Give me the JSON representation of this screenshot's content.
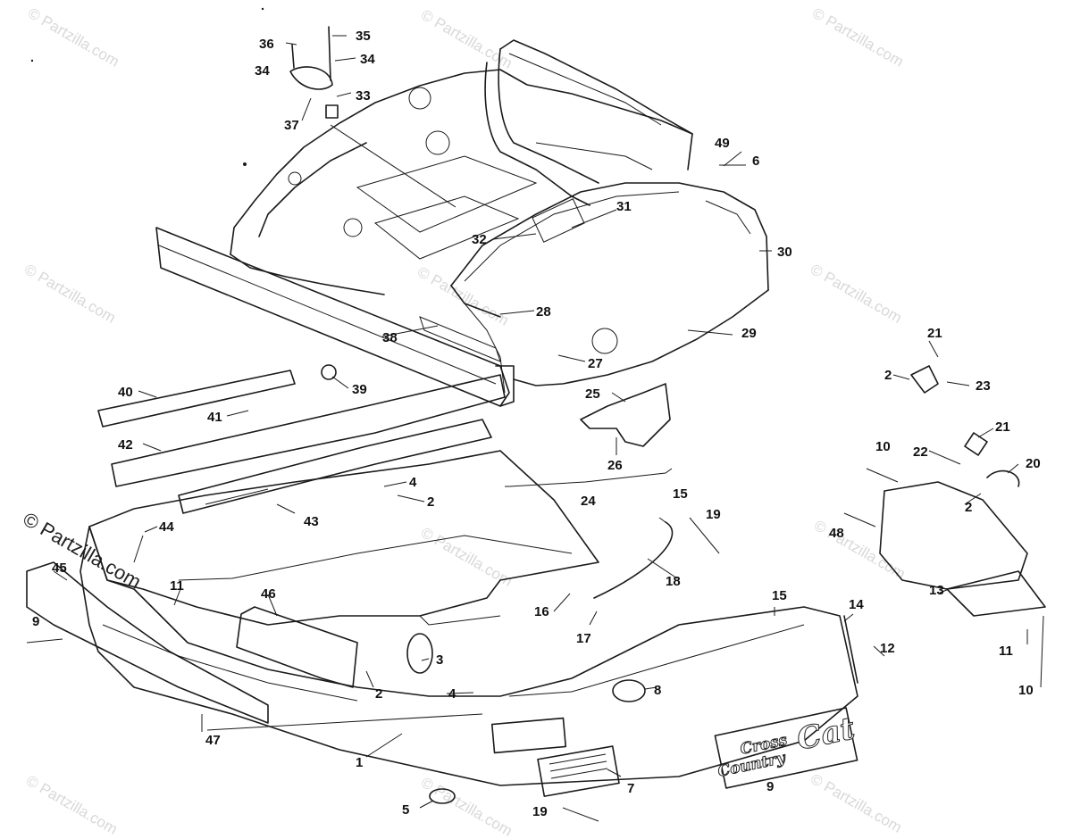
{
  "watermark": {
    "text": "© Partzilla.com",
    "color": "#d8d8d8",
    "prominent_color": "#222222"
  },
  "decal": {
    "line1": "Cross",
    "line2": "Country",
    "brand": "Cat"
  },
  "callouts": {
    "c1": "1",
    "c2": "2",
    "c3": "3",
    "c4": "4",
    "c5": "5",
    "c6": "6",
    "c7": "7",
    "c8": "8",
    "c9": "9",
    "c10": "10",
    "c11": "11",
    "c12": "12",
    "c13": "13",
    "c14": "14",
    "c15": "15",
    "c16": "16",
    "c17": "17",
    "c18": "18",
    "c19": "19",
    "c20": "20",
    "c21": "21",
    "c22": "22",
    "c23": "23",
    "c24": "24",
    "c25": "25",
    "c26": "26",
    "c27": "27",
    "c28": "28",
    "c29": "29",
    "c30": "30",
    "c31": "31",
    "c32": "32",
    "c33": "33",
    "c34": "34",
    "c35": "35",
    "c36": "36",
    "c37": "37",
    "c38": "38",
    "c39": "39",
    "c40": "40",
    "c41": "41",
    "c42": "42",
    "c43": "43",
    "c44": "44",
    "c45": "45",
    "c46": "46",
    "c47": "47",
    "c48": "48",
    "c49": "49"
  }
}
